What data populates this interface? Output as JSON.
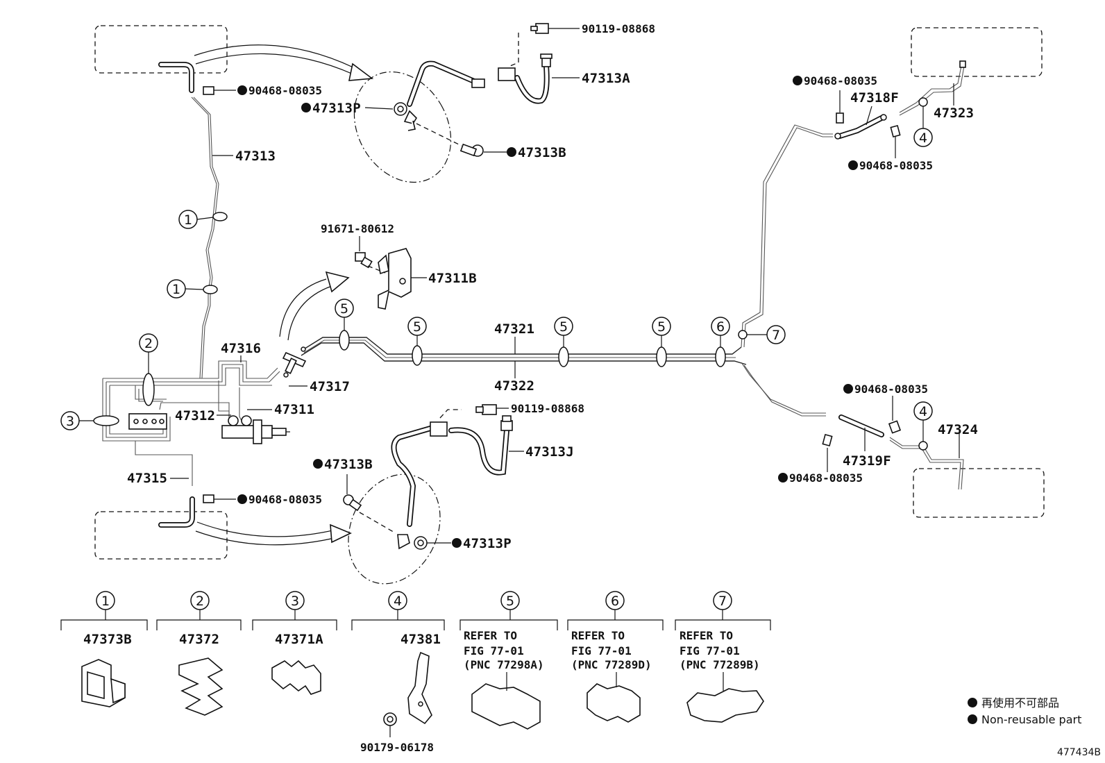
{
  "labels": {
    "p90119_top": "90119-08868",
    "p47313A": "47313A",
    "p90468_tl": "90468-08035",
    "p47313P_top": "47313P",
    "p47313B_top": "47313B",
    "p47313": "47313",
    "p91671": "91671-80612",
    "p47311B": "47311B",
    "p47316": "47316",
    "p47317": "47317",
    "p47312": "47312",
    "p47311": "47311",
    "p47321": "47321",
    "p47322": "47322",
    "p47315": "47315",
    "p90468_bl": "90468-08035",
    "p90119_bot": "90119-08868",
    "p47313J": "47313J",
    "p47313B_bot": "47313B",
    "p47313P_bot": "47313P",
    "p90468_tr1": "90468-08035",
    "p47318F": "47318F",
    "p47323": "47323",
    "p90468_tr2": "90468-08035",
    "p90468_r1": "90468-08035",
    "p47324": "47324",
    "p47319F": "47319F",
    "p90468_r2": "90468-08035"
  },
  "callouts": {
    "c1": "1",
    "c2": "2",
    "c3": "3",
    "c4": "4",
    "c5": "5",
    "c6": "6",
    "c7": "7"
  },
  "clamps": [
    {
      "num": "1",
      "part": "47373B"
    },
    {
      "num": "2",
      "part": "47372"
    },
    {
      "num": "3",
      "part": "47371A"
    },
    {
      "num": "4",
      "part": "47381",
      "sub": "90179-06178"
    },
    {
      "num": "5",
      "refer": [
        "REFER TO",
        "FIG 77-01",
        "(PNC 77298A)"
      ]
    },
    {
      "num": "6",
      "refer": [
        "REFER TO",
        "FIG 77-01",
        "(PNC 77289D)"
      ]
    },
    {
      "num": "7",
      "refer": [
        "REFER TO",
        "FIG 77-01",
        "(PNC 77289B)"
      ]
    }
  ],
  "legend": {
    "jp": "再使用不可部品",
    "en": "Non-reusable part"
  },
  "figure_id": "477434B"
}
